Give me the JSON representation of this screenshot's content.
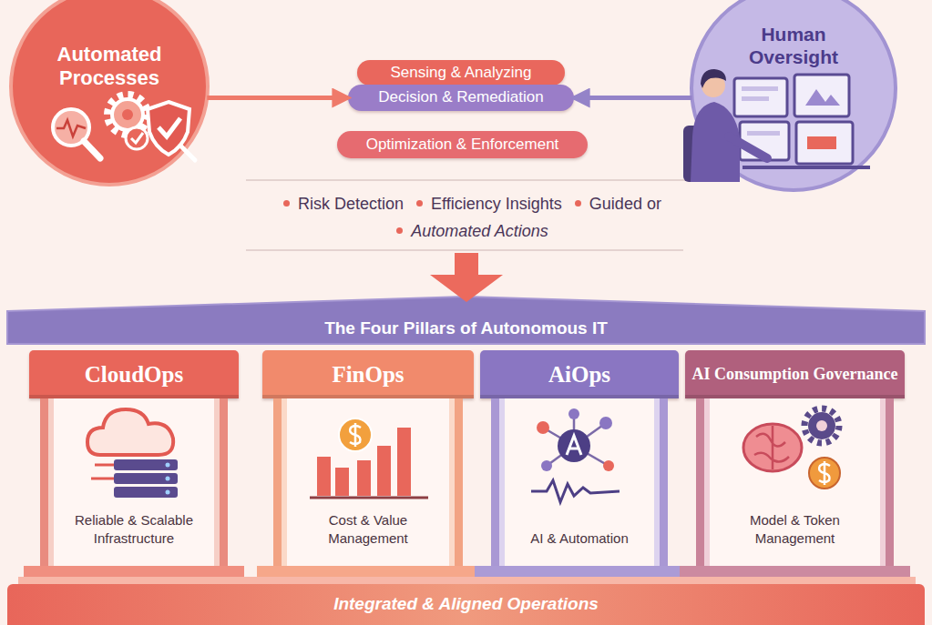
{
  "diagram": {
    "nodes": [
      {
        "text": [
          "Automated Processes"
        ]
      },
      {
        "text": [
          "Sensing & Analyzing"
        ]
      },
      {
        "text": [
          "Decision & Remediation"
        ]
      },
      {
        "text": [
          "Optimization & Enforcement"
        ]
      },
      {
        "text": [
          "Human Oversight"
        ]
      },
      {
        "text": [
          "The Four Pillars of Autonomous IT"
        ]
      },
      {
        "text": [
          "CloudOps",
          "Reliable & Scalable Infrastructure"
        ]
      },
      {
        "text": [
          "FinOps",
          "Cost & Value Management"
        ]
      },
      {
        "text": [
          "AiOps",
          "AI & Automation"
        ]
      },
      {
        "text": [
          "AI Consumption Governance",
          "Model & Token Management"
        ]
      },
      {
        "text": [
          "Integrated & Aligned Operations"
        ]
      }
    ],
    "edges": [
      {
        "from": 0,
        "to": 2,
        "arrow": "to"
      },
      {
        "from": 4,
        "to": 2,
        "arrow": "to"
      }
    ],
    "labels": [
      "Risk Detection",
      "Efficiency Insights",
      "Guided or",
      "Automated Actions"
    ]
  }
}
